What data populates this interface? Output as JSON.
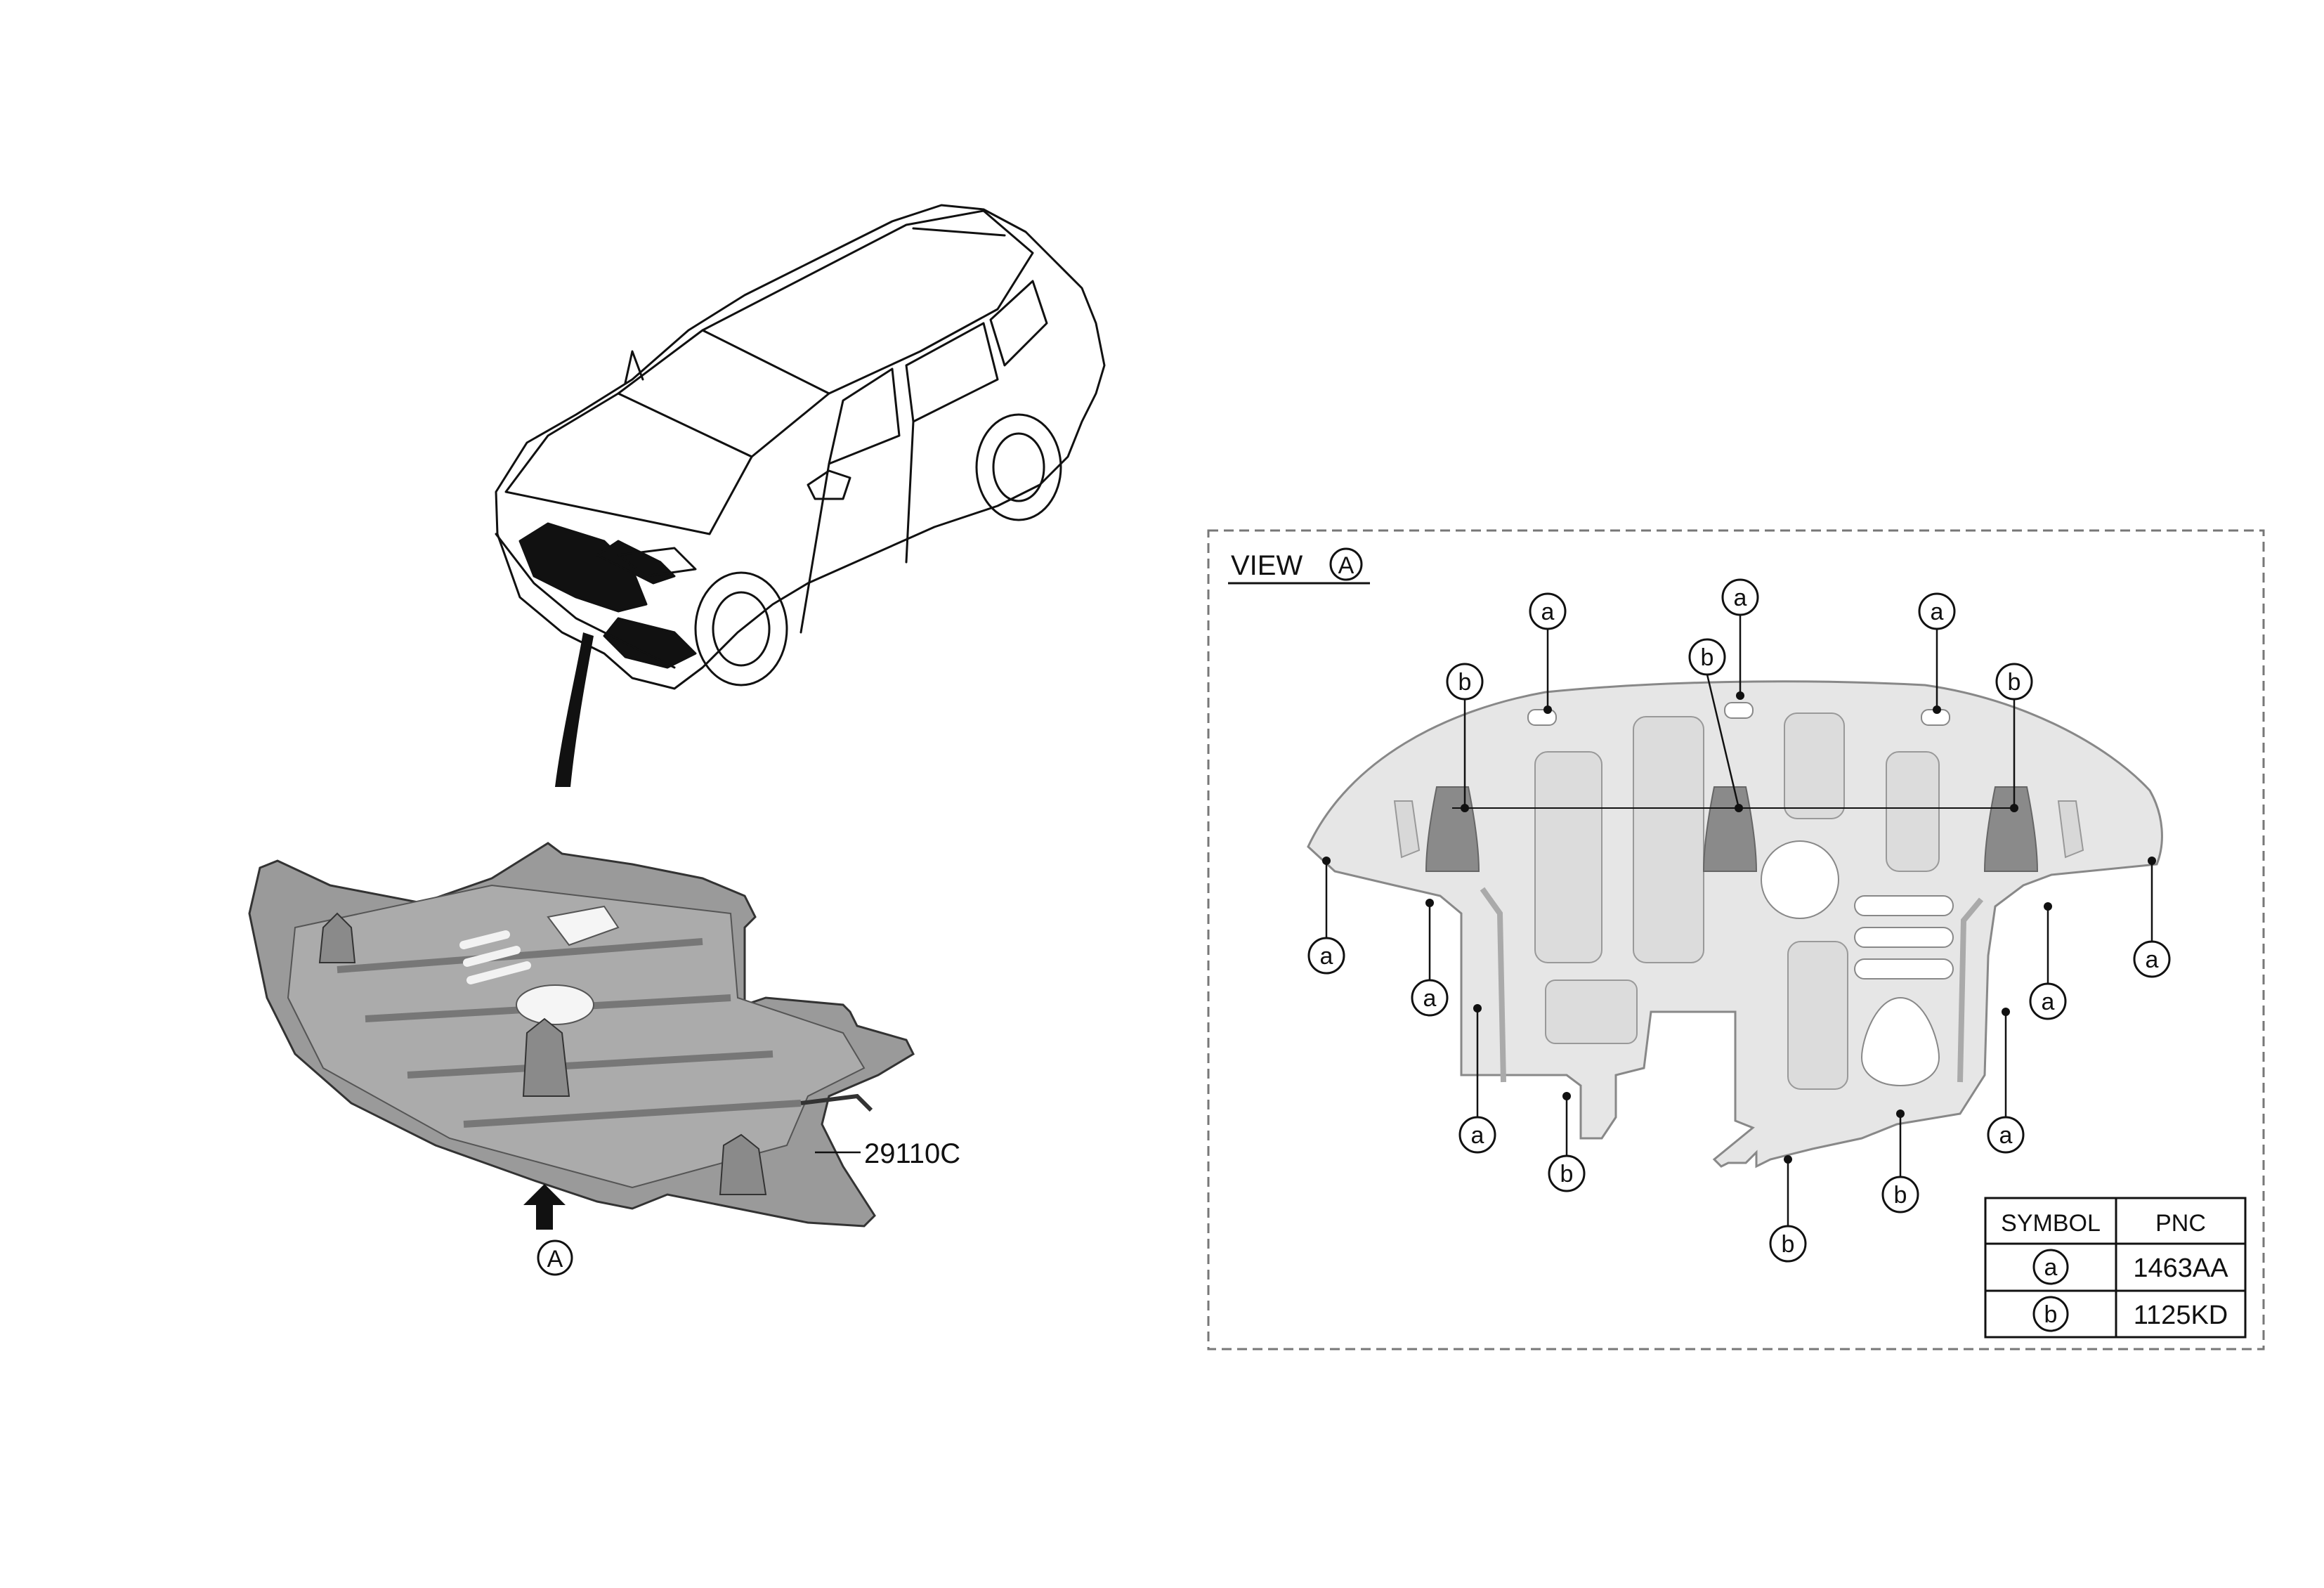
{
  "part": {
    "number": "29110C",
    "view_marker": "A"
  },
  "view": {
    "prefix": "VIEW",
    "letter": "A"
  },
  "symbols": {
    "a": "a",
    "b": "b"
  },
  "legend": {
    "headers": [
      "SYMBOL",
      "PNC"
    ],
    "rows": [
      {
        "symbol": "a",
        "pnc": "1463AA"
      },
      {
        "symbol": "b",
        "pnc": "1125KD"
      }
    ]
  },
  "colors": {
    "line": "#111111",
    "panel_dark": "#9a9a9a",
    "panel_light": "#e6e6e6",
    "boss": "#8a8a8a"
  }
}
